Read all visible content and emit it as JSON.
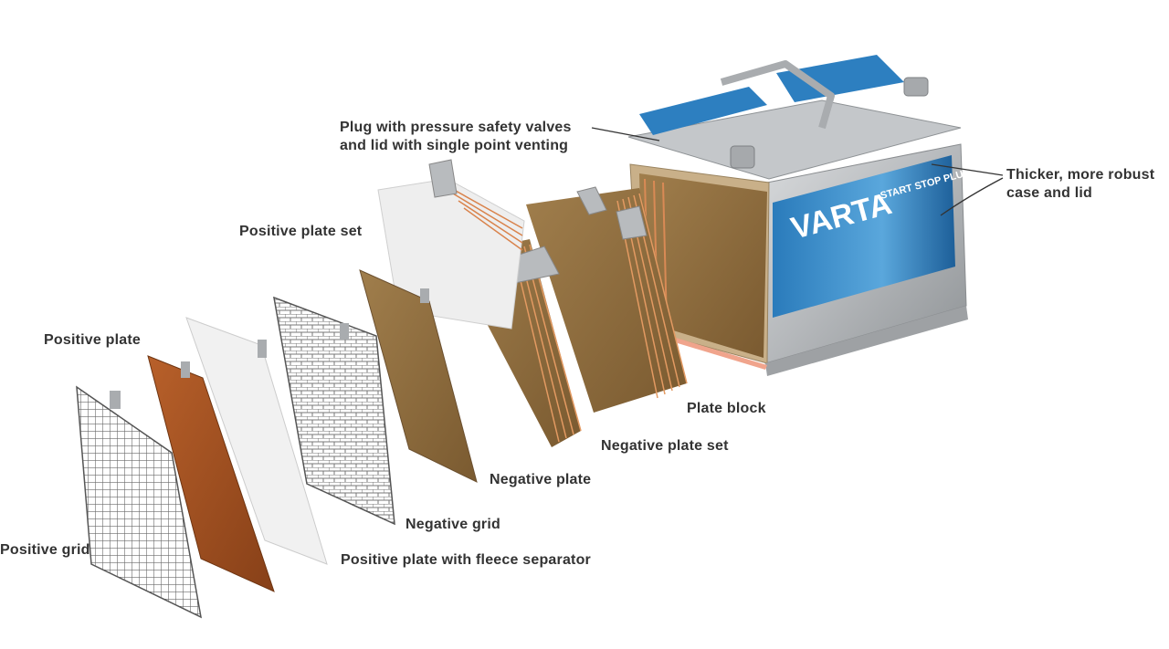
{
  "diagram": {
    "battery_brand": "VARTA",
    "battery_line": "START STOP PLUS",
    "colors": {
      "label_text": "#333333",
      "battery_blue": "#1f6fae",
      "case_grey": "#b9bcbe",
      "positive_plate": "#9c4a1e",
      "negative_plate": "#8a6a3e",
      "separator": "#eeeeee",
      "grid": "#666666"
    },
    "labels": {
      "plug_line1": "Plug with pressure safety valves",
      "plug_line2": "and lid with single point venting",
      "case_line1": "Thicker, more robust",
      "case_line2": "case and lid",
      "positive_plate_set": "Positive plate set",
      "positive_plate": "Positive plate",
      "plate_block": "Plate block",
      "negative_plate_set": "Negative plate set",
      "negative_plate": "Negative plate",
      "negative_grid": "Negative grid",
      "positive_grid": "Positive grid",
      "positive_plate_fleece": "Positive plate with fleece separator"
    }
  }
}
